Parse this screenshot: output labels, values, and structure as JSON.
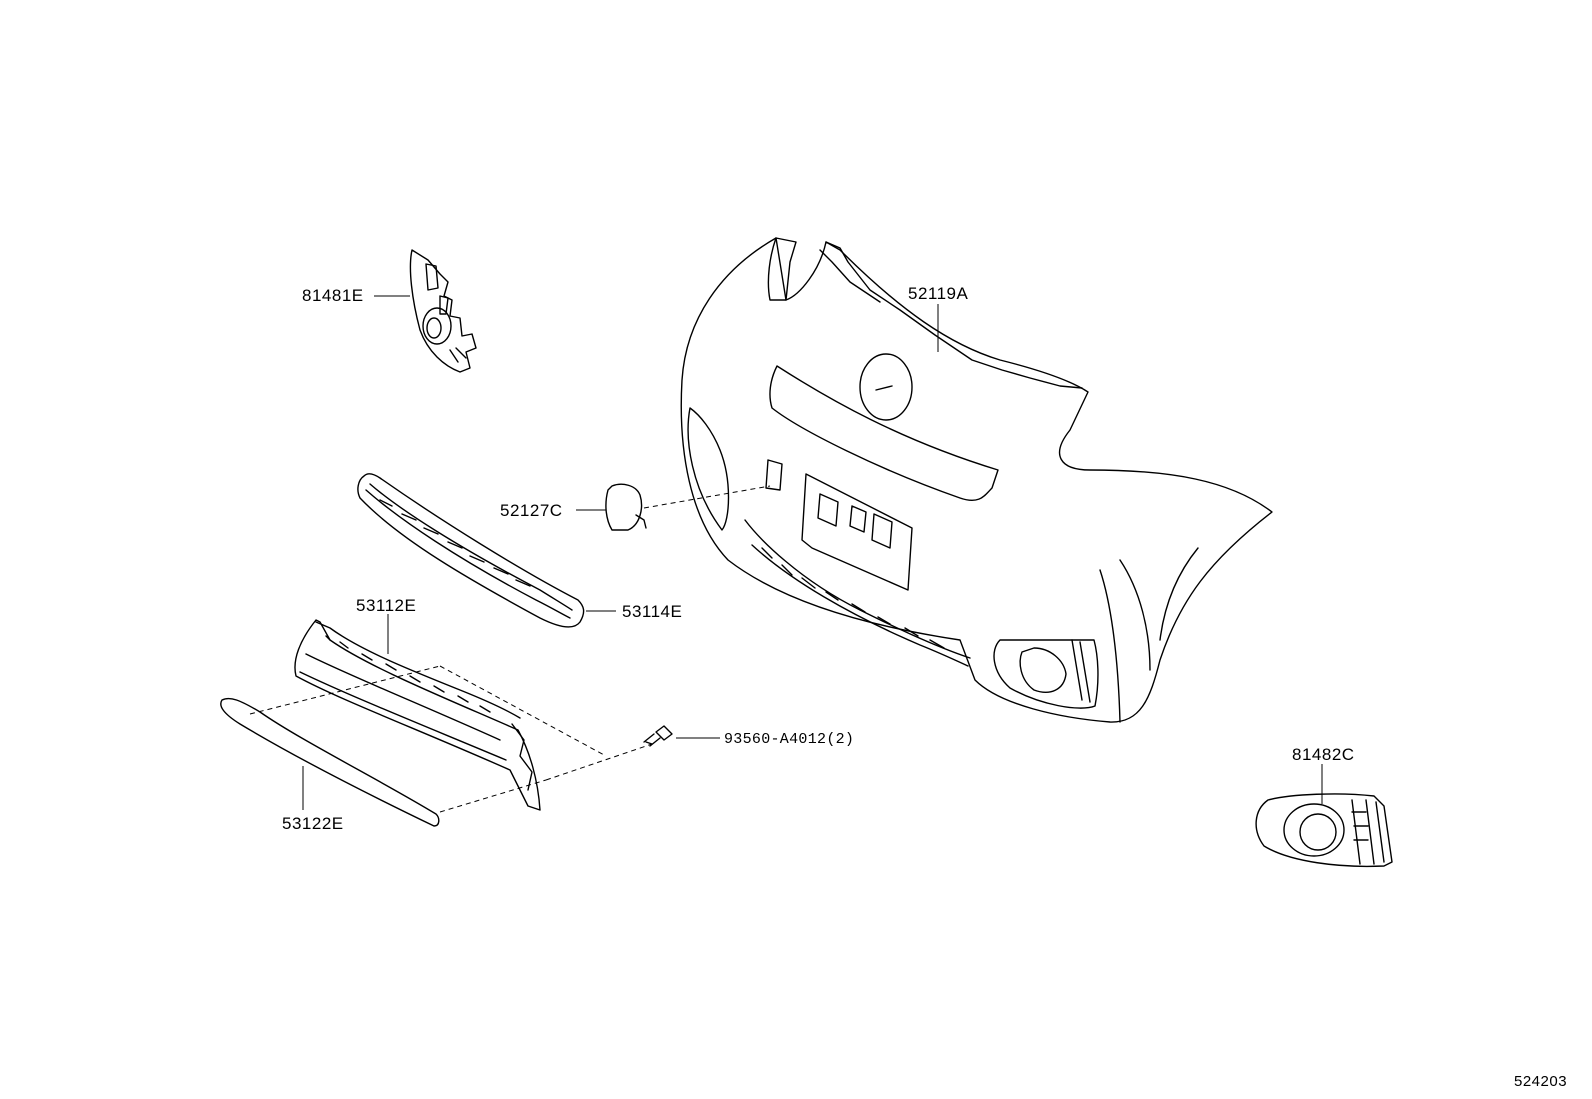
{
  "diagram": {
    "figure_id": "524203",
    "parts": [
      {
        "key": "p81481E",
        "number": "81481E"
      },
      {
        "key": "p52119A",
        "number": "52119A"
      },
      {
        "key": "p52127C",
        "number": "52127C"
      },
      {
        "key": "p53112E",
        "number": "53112E"
      },
      {
        "key": "p53114E",
        "number": "53114E"
      },
      {
        "key": "p93560",
        "number": "93560-A4012(2)"
      },
      {
        "key": "p53122E",
        "number": "53122E"
      },
      {
        "key": "p81482C",
        "number": "81482C"
      }
    ]
  }
}
